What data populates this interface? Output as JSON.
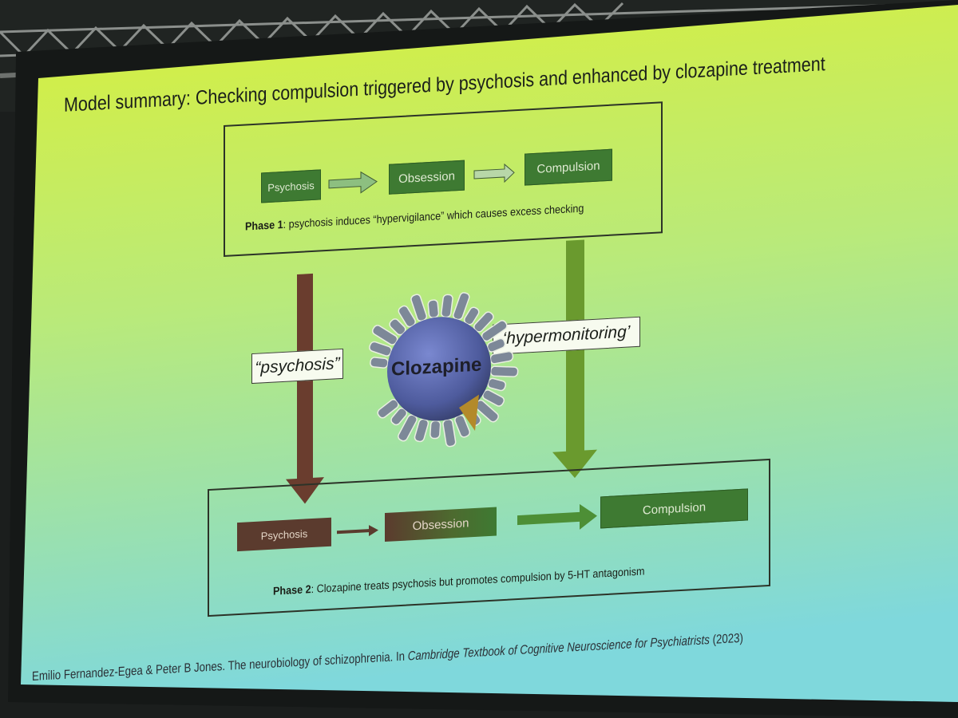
{
  "slide": {
    "title": "Model summary: Checking compulsion triggered by psychosis and enhanced by clozapine treatment",
    "phase1": {
      "boxes": [
        "Psychosis",
        "Obsession",
        "Compulsion"
      ],
      "caption_bold": "Phase 1",
      "caption_rest": ": psychosis induces “hypervigilance” which causes excess checking"
    },
    "phase2": {
      "boxes": [
        "Psychosis",
        "Obsession",
        "Compulsion"
      ],
      "caption_bold": "Phase 2",
      "caption_rest": ": Clozapine treats psychosis but promotes compulsion by 5-HT antagonism"
    },
    "labels": {
      "psychosis": "“psychosis”",
      "hypermonitoring": "‘hypermonitoring’"
    },
    "drug_label": "Clozapine",
    "citation": {
      "authors": "Emilio Fernandez-Egea & Peter B Jones. The neurobiology of schizophrenia. In ",
      "book": "Cambridge Textbook of Cognitive Neuroscience for Psychiatrists",
      "year": " (2023)"
    }
  },
  "colors": {
    "slide_top": "#d8ef3c",
    "slide_bottom": "#7fd8dc",
    "green_box": "#3e7a32",
    "brown_box": "#5b3b2e",
    "brown_arrow": "#6a3d2e",
    "green_arrow": "#6a9a2e"
  }
}
